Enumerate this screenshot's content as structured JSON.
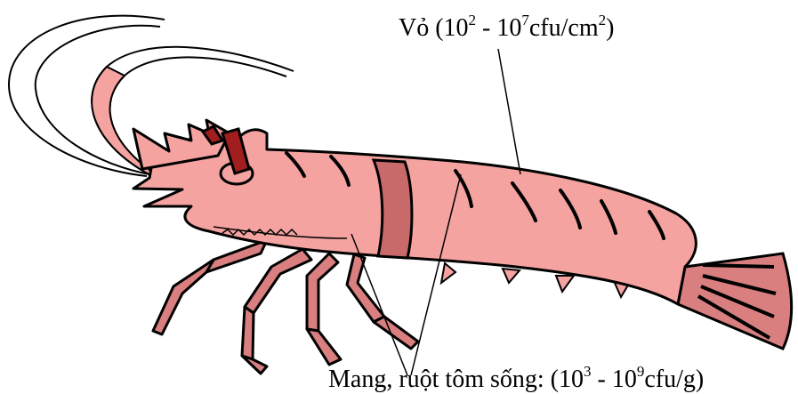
{
  "colors": {
    "body_fill": "#f4a3a0",
    "band_fill": "#c96a6a",
    "legs_fill": "#d97f7f",
    "eye_fill": "#a01e1e",
    "outline": "#000000"
  },
  "labels": {
    "shell": {
      "prefix": "Vỏ (10",
      "exp1": "2",
      "mid": " - 10",
      "exp2": "7",
      "suffix": "cfu/cm",
      "exp3": "2",
      "end": ")"
    },
    "gut": {
      "prefix": "Mang, ruột tôm sống: (10",
      "exp1": "3",
      "mid": " - 10",
      "exp2": "9",
      "suffix": "cfu/g)"
    }
  },
  "icons": {
    "subject": "shrimp-illustration"
  }
}
